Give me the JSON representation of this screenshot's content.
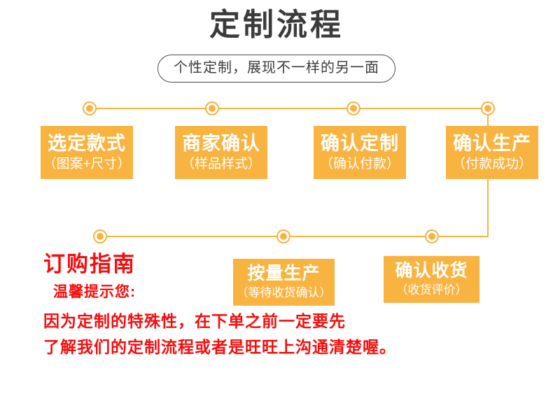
{
  "header": {
    "title": "定制流程",
    "subtitle": "个性定制，展现不一样的另一面"
  },
  "flow": {
    "row1_steps": [
      {
        "main": "选定款式",
        "sub": "（图案+尺寸）"
      },
      {
        "main": "商家确认",
        "sub": "（样品样式）"
      },
      {
        "main": "确认定制",
        "sub": "（确认付款）"
      },
      {
        "main": "确认生产",
        "sub": "（付款成功）"
      }
    ],
    "row2_steps": [
      {
        "main": "按量生产",
        "sub": "（等待收货确认）"
      },
      {
        "main": "确认收货",
        "sub": "（收货评价）"
      }
    ]
  },
  "guide": {
    "title": "订购指南",
    "lead": "温馨提示您:",
    "line1": "因为定制的特殊性，在下单之前一定要先",
    "line2": "了解我们的定制流程或者是旺旺上沟通清楚喔。"
  },
  "colors": {
    "accent_orange": "#f9b340",
    "alert_red": "#f40d0d",
    "title_gray": "#3b3b3b",
    "box_text": "#ffffff"
  }
}
